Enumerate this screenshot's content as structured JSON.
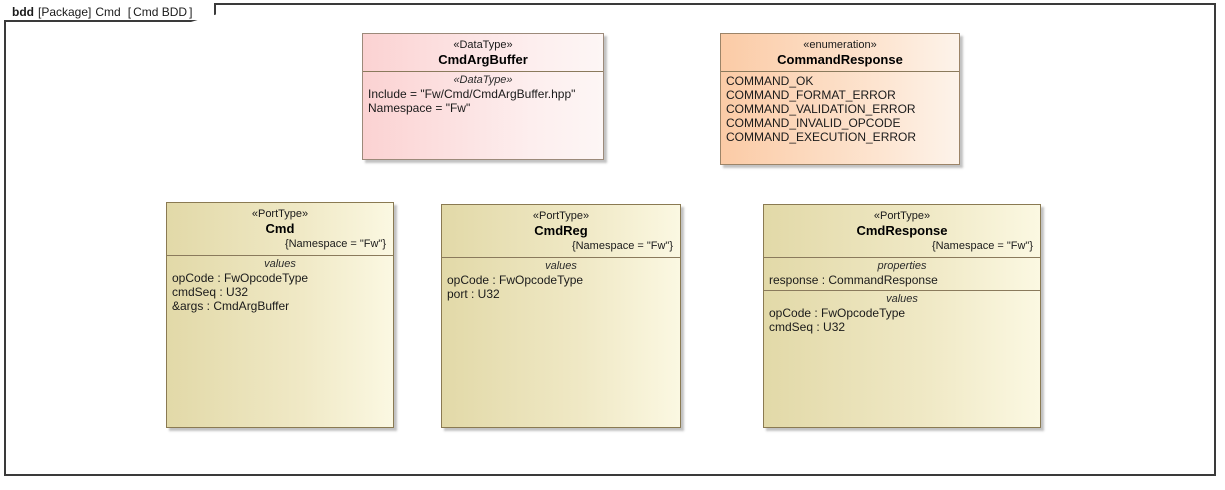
{
  "diagram": {
    "frame": {
      "kind": "bdd",
      "scope": "[Package]",
      "package": "Cmd",
      "bracket_open": "[",
      "name": "Cmd BDD",
      "bracket_close": "]"
    },
    "colors": {
      "datatype_fill": "#fbd2d2",
      "enumeration_fill": "#fbcba6",
      "porttype_fill": "#e2d9a8",
      "border": "#8a7a5c",
      "frame_border": "#3a3a3a",
      "background": "#ffffff"
    },
    "blocks": [
      {
        "id": "cmdargbuffer",
        "stereotype": "«DataType»",
        "name": "CmdArgBuffer",
        "compartments": [
          {
            "label": "«DataType»",
            "items": [
              "Include = \"Fw/Cmd/CmdArgBuffer.hpp\"",
              "Namespace = \"Fw\""
            ]
          }
        ]
      },
      {
        "id": "commandresponse",
        "stereotype": "«enumeration»",
        "name": "CommandResponse",
        "literals": [
          "COMMAND_OK",
          "COMMAND_FORMAT_ERROR",
          "COMMAND_VALIDATION_ERROR",
          "COMMAND_INVALID_OPCODE",
          "COMMAND_EXECUTION_ERROR"
        ]
      },
      {
        "id": "cmd",
        "stereotype": "«PortType»",
        "name": "Cmd",
        "tagged_value": "{Namespace = \"Fw\"}",
        "compartments": [
          {
            "label": "values",
            "items": [
              "opCode : FwOpcodeType",
              "cmdSeq : U32",
              "&args : CmdArgBuffer"
            ]
          }
        ]
      },
      {
        "id": "cmdreg",
        "stereotype": "«PortType»",
        "name": "CmdReg",
        "tagged_value": "{Namespace = \"Fw\"}",
        "compartments": [
          {
            "label": "values",
            "items": [
              "opCode : FwOpcodeType",
              "port : U32"
            ]
          }
        ]
      },
      {
        "id": "cmdresponse",
        "stereotype": "«PortType»",
        "name": "CmdResponse",
        "tagged_value": "{Namespace = \"Fw\"}",
        "compartments": [
          {
            "label": "properties",
            "items": [
              "response : CommandResponse"
            ]
          },
          {
            "label": "values",
            "items": [
              "opCode : FwOpcodeType",
              "cmdSeq : U32"
            ]
          }
        ]
      }
    ]
  }
}
